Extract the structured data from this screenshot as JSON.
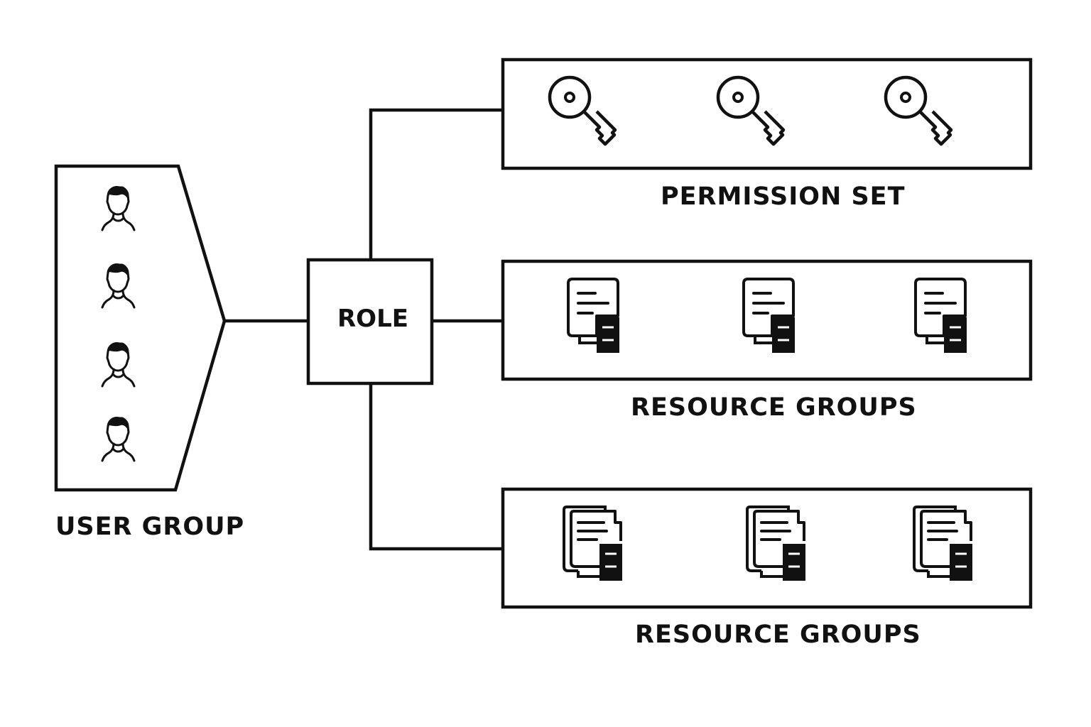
{
  "labels": {
    "user_group": "USER GROUP",
    "role": "ROLE",
    "permission_set": "PERMISSION SET",
    "resource_groups_1": "RESOURCE GROUPS",
    "resource_groups_2": "RESOURCE GROUPS"
  },
  "user_group": {
    "icons": [
      "user-icon",
      "user-icon",
      "user-icon",
      "user-icon"
    ]
  },
  "permission_set": {
    "icons": [
      "key-icon",
      "key-icon",
      "key-icon"
    ]
  },
  "resource_group_1": {
    "icons": [
      "document-server-icon",
      "document-server-icon",
      "document-server-icon"
    ]
  },
  "resource_group_2": {
    "icons": [
      "documents-server-icon",
      "documents-server-icon",
      "documents-server-icon"
    ]
  },
  "colors": {
    "stroke": "#111111",
    "background": "#ffffff"
  }
}
